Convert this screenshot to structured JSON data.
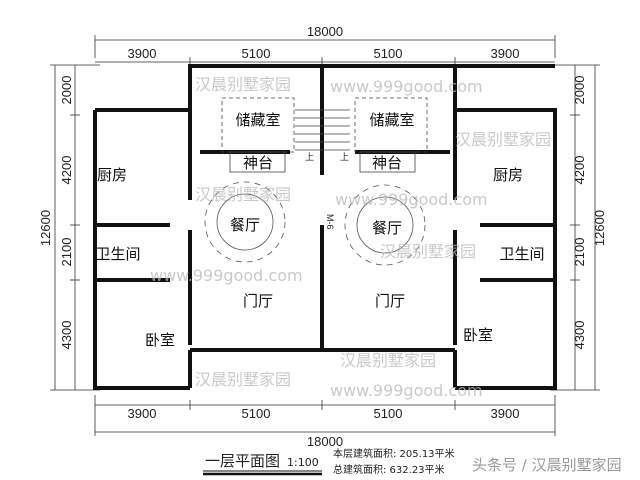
{
  "dimensions": {
    "top_total": "18000",
    "top_segments": [
      "3900",
      "5100",
      "5100",
      "3900"
    ],
    "bottom_total": "18000",
    "bottom_segments": [
      "3900",
      "5100",
      "5100",
      "3900"
    ],
    "left_total": "12600",
    "left_segments": [
      "2000",
      "4200",
      "2100",
      "4300"
    ],
    "right_total": "12600",
    "right_segments": [
      "2000",
      "4200",
      "2100",
      "4300"
    ]
  },
  "rooms": {
    "storage": "储藏室",
    "shrine": "神台",
    "kitchen": "厨房",
    "dining": "餐厅",
    "bathroom": "卫生间",
    "hall": "门厅",
    "bedroom": "卧室",
    "door_code": "M-6",
    "stair_up": "上"
  },
  "watermark": {
    "brand": "汉晨别墅家园",
    "url": "www.999good.com"
  },
  "footer": {
    "title": "一层平面图",
    "scale": "1:100",
    "floor_area": "本层建筑面积: 205.13平米",
    "total_area": "总建筑面积: 632.23平米",
    "source": "头条号 / 汉晨别墅家园"
  }
}
